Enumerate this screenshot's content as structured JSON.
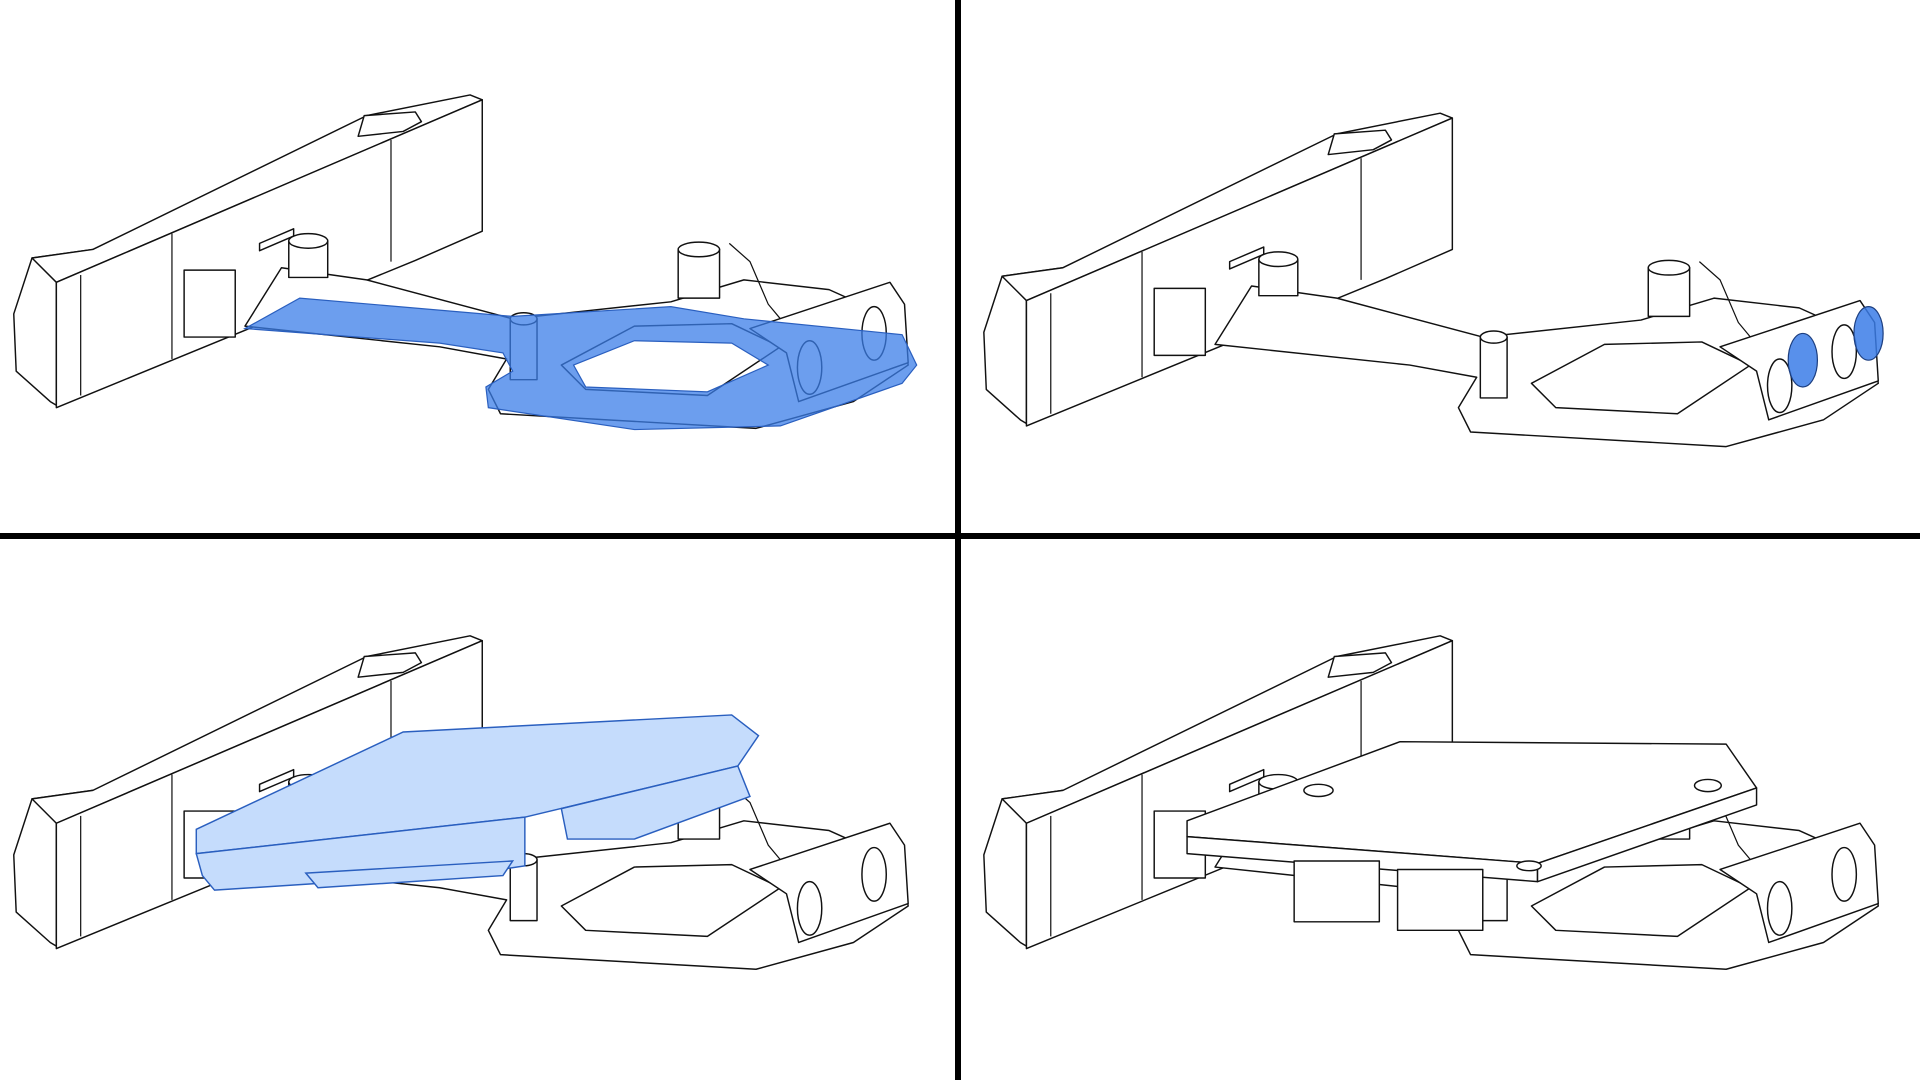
{
  "panels": [
    {
      "id": "top-left",
      "highlight": "arm-and-loop",
      "highlight_color": "#3b7de8"
    },
    {
      "id": "top-right",
      "highlight": "magnet-holes",
      "highlight_color": "#3b7de8"
    },
    {
      "id": "bottom-left",
      "highlight": "pcb-board",
      "highlight_color": "#a9c9fa"
    },
    {
      "id": "bottom-right",
      "highlight": "none",
      "highlight_color": "#ffffff"
    }
  ],
  "colors": {
    "divider": "#000000",
    "line": "#111111",
    "background": "#ffffff"
  }
}
